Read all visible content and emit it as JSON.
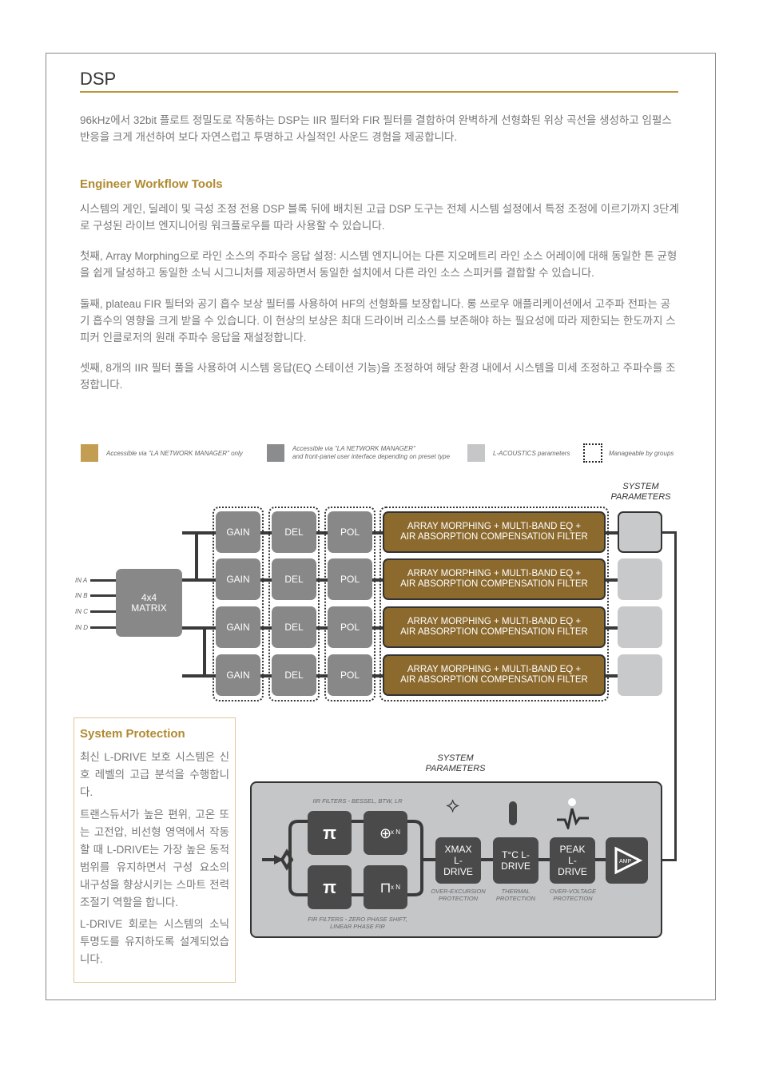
{
  "title": "DSP",
  "intro": "96kHz에서 32bit 플로트 정밀도로 작동하는 DSP는 IIR 필터와 FIR 필터를 결합하여 완벽하게 선형화된 위상 곡선을 생성하고 임펄스 반응을 크게 개선하여 보다 자연스럽고 투명하고 사실적인 사운드 경험을 제공합니다.",
  "workflow": {
    "heading": "Engineer Workflow Tools",
    "paragraphs": [
      "시스템의 게인, 딜레이 및 극성 조정 전용 DSP 블록 뒤에 배치된 고급 DSP 도구는 전체 시스템 설정에서 특정 조정에 이르기까지 3단계로 구성된 라이브 엔지니어링 워크플로우를 따라 사용할 수 있습니다.",
      "첫째, Array Morphing으로 라인 소스의 주파수 응답 설정: 시스템 엔지니어는 다른 지오메트리 라인 소스 어레이에 대해 동일한 톤 균형을 쉽게 달성하고 동일한 소닉 시그니처를 제공하면서 동일한 설치에서 다른 라인 소스 스피커를 결합할 수 있습니다.",
      "둘째, plateau FIR 필터와 공기 흡수 보상 필터를 사용하여 HF의 선형화를 보장합니다. 롱 쓰로우 애플리케이션에서 고주파 전파는 공기 흡수의 영향을 크게 받을 수 있습니다. 이 현상의 보상은 최대 드라이버 리소스를 보존해야 하는 필요성에 따라 제한되는 한도까지 스피커 인클로저의 원래 주파수 응답을 재설정합니다.",
      "셋째, 8개의 IIR 필터 풀을 사용하여 시스템 응답(EQ 스테이션 기능)을 조정하여 해당 환경 내에서 시스템을 미세 조정하고 주파수를 조정합니다."
    ]
  },
  "legend": [
    {
      "label": "Accessible via \"LA NETWORK MANAGER\" only",
      "color": "#c29d52"
    },
    {
      "label": "Accessible via \"LA NETWORK MANAGER\"",
      "label2": "and front-panel user interface depending on preset type",
      "color": "#8a8c8d"
    },
    {
      "label": "L-ACOUSTICS parameters",
      "color": "#c4c6c7"
    },
    {
      "label": "Manageable by groups"
    }
  ],
  "diagram": {
    "inputs": [
      "IN A",
      "IN B",
      "IN C",
      "IN D"
    ],
    "matrix": "4x4 MATRIX",
    "gain": "GAIN",
    "del": "DEL",
    "pol": "POL",
    "filter_line1": "ARRAY MORPHING + MULTI-BAND EQ +",
    "filter_line2": "AIR ABSORPTION COMPENSATION FILTER",
    "system_parameters": "SYSTEM PARAMETERS",
    "iir_label": "IIR FILTERS - BESSEL, BTW, LR",
    "fir_label": "FIR FILTERS - ZERO PHASE SHIFT, LINEAR PHASE FIR",
    "xn": "x N",
    "xmax": "XMAX L-DRIVE",
    "tc": "T°C L-DRIVE",
    "peak": "PEAK L-DRIVE",
    "amp": "AMP",
    "xmax_caption": "OVER-EXCURSION PROTECTION",
    "tc_caption": "THERMAL PROTECTION",
    "peak_caption": "OVER-VOLTAGE PROTECTION"
  },
  "protection": {
    "heading": "System Protection",
    "paragraphs": [
      "최신 L-DRIVE 보호 시스템은 신호 레벨의 고급 분석을 수행합니다.",
      "트랜스듀서가 높은 편위, 고온 또는 고전압, 비선형 영역에서 작동할 때 L-DRIVE는 가장 높은 동적 범위를 유지하면서 구성 요소의 내구성을 향상시키는 스마트 전력 조절기 역할을 합니다.",
      "L-DRIVE 회로는 시스템의 소닉 투명도를 유지하도록 설계되었습니다."
    ]
  }
}
